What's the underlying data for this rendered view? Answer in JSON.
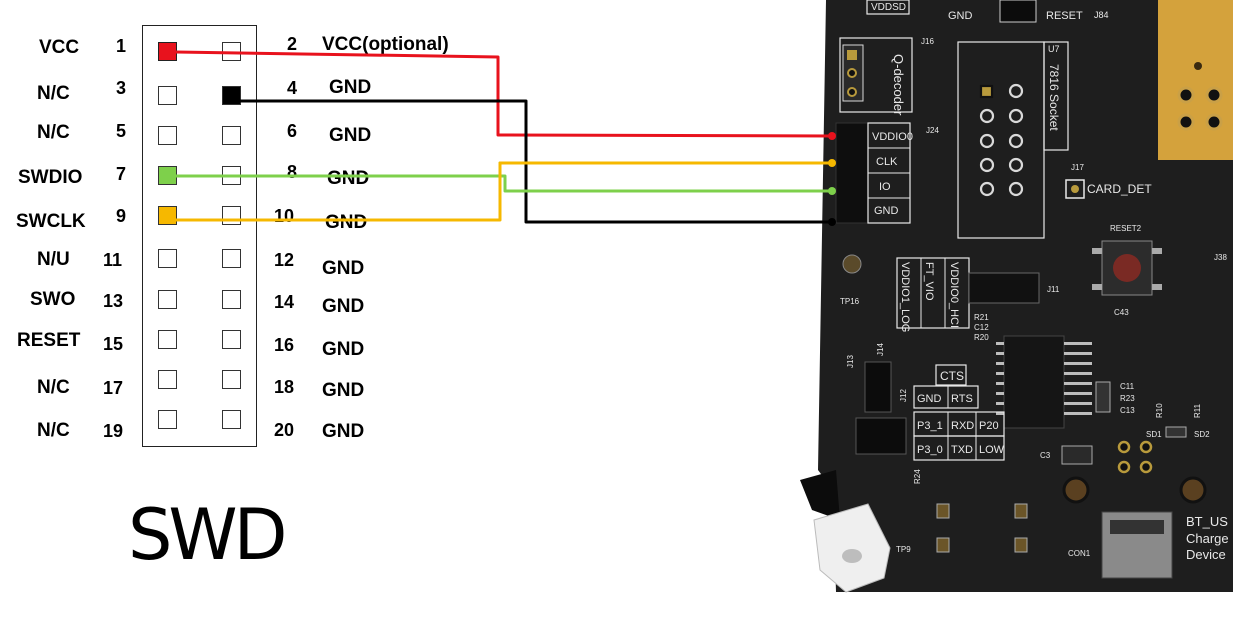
{
  "title": "SWD",
  "colors": {
    "vcc": "#e8121d",
    "gnd": "#000000",
    "swdio": "#7ed04b",
    "swclk": "#f6b800",
    "board": "#1e1e1e",
    "silkscreen": "#e8e8e8",
    "gold_pcb": "#d4a23c"
  },
  "pins_left": [
    {
      "label": "VCC",
      "num": "1"
    },
    {
      "label": "N/C",
      "num": "3"
    },
    {
      "label": "N/C",
      "num": "5"
    },
    {
      "label": "SWDIO",
      "num": "7"
    },
    {
      "label": "SWCLK",
      "num": "9"
    },
    {
      "label": "N/U",
      "num": "11"
    },
    {
      "label": "SWO",
      "num": "13"
    },
    {
      "label": "RESET",
      "num": "15"
    },
    {
      "label": "N/C",
      "num": "17"
    },
    {
      "label": "N/C",
      "num": "19"
    }
  ],
  "pins_right": [
    {
      "num": "2",
      "label": "VCC(optional)"
    },
    {
      "num": "4",
      "label": "GND"
    },
    {
      "num": "6",
      "label": "GND"
    },
    {
      "num": "8",
      "label": "GND"
    },
    {
      "num": "10",
      "label": "GND"
    },
    {
      "num": "12",
      "label": "GND"
    },
    {
      "num": "14",
      "label": "GND"
    },
    {
      "num": "16",
      "label": "GND"
    },
    {
      "num": "18",
      "label": "GND"
    },
    {
      "num": "20",
      "label": "GND"
    }
  ],
  "board": {
    "j24_pins": [
      "VDDIO0",
      "CLK",
      "IO",
      "GND"
    ],
    "j24": "J24",
    "j16": "J16",
    "qdecoder": "Q-decoder",
    "u7": "U7",
    "socket": "7816 Socket",
    "j17": "J17",
    "card_det": "CARD_DET",
    "vddsd": "VDDSD",
    "gnd_top": "GND",
    "reset_top": "RESET",
    "j84": "J84",
    "reset2": "RESET2",
    "j38": "J38",
    "tp16": "TP16",
    "j11": "J11",
    "vddio1_log": "VDDIO1_LOG",
    "ft_vio": "FT_VIO",
    "vddio0_hci": "VDDIO0_HCI",
    "r21": "R21",
    "c12": "C12",
    "r20": "R20",
    "c43": "C43",
    "cts": "CTS",
    "gnd_rts": "GND",
    "rts": "RTS",
    "p3_1": "P3_1",
    "rxd": "RXD",
    "p20": "P20",
    "p3_0": "P3_0",
    "txd": "TXD",
    "low": "LOW",
    "j13": "J13",
    "j14": "J14",
    "j12": "J12",
    "r24": "R24",
    "c11": "C11",
    "r23": "R23",
    "c13": "C13",
    "r10": "R10",
    "r11": "R11",
    "sd1": "SD1",
    "sd2": "SD2",
    "c3": "C3",
    "tp9": "TP9",
    "con1": "CON1",
    "bt_us": "BT_US",
    "charge": "Charge",
    "device": "Device"
  }
}
